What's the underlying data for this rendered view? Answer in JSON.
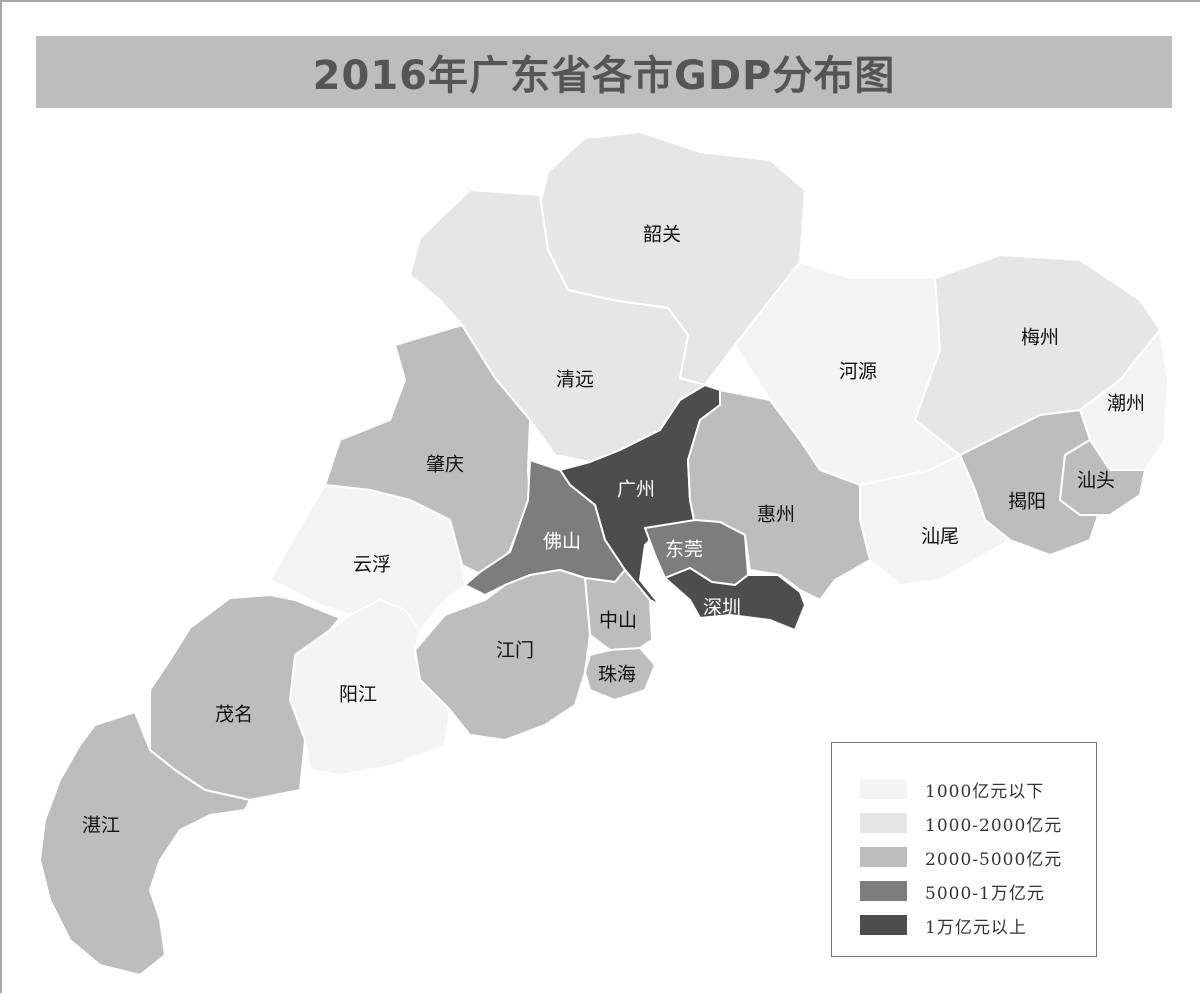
{
  "title": "2016年广东省各市GDP分布图",
  "levels": {
    "l1": "#f4f4f4",
    "l2": "#e6e6e6",
    "l3": "#bdbdbd",
    "l4": "#7d7d7d",
    "l5": "#4d4d4d"
  },
  "legend": [
    {
      "label": "1000亿元以下",
      "color": "#f4f4f4"
    },
    {
      "label": "1000-2000亿元",
      "color": "#e6e6e6"
    },
    {
      "label": "2000-5000亿元",
      "color": "#bdbdbd"
    },
    {
      "label": "5000-1万亿元",
      "color": "#7d7d7d"
    },
    {
      "label": "1万亿元以上",
      "color": "#4d4d4d"
    }
  ],
  "cities": {
    "shaoguan": {
      "name": "韶关",
      "level": "l2"
    },
    "qingyuan": {
      "name": "清远",
      "level": "l2"
    },
    "heyuan": {
      "name": "河源",
      "level": "l1"
    },
    "meizhou": {
      "name": "梅州",
      "level": "l2"
    },
    "chaozhou": {
      "name": "潮州",
      "level": "l1"
    },
    "zhaoqing": {
      "name": "肇庆",
      "level": "l3"
    },
    "guangzhou": {
      "name": "广州",
      "level": "l5"
    },
    "huizhou": {
      "name": "惠州",
      "level": "l3"
    },
    "jieyang": {
      "name": "揭阳",
      "level": "l3"
    },
    "shantou": {
      "name": "汕头",
      "level": "l3"
    },
    "shanwei": {
      "name": "汕尾",
      "level": "l1"
    },
    "foshan": {
      "name": "佛山",
      "level": "l4"
    },
    "dongguan": {
      "name": "东莞",
      "level": "l4"
    },
    "shenzhen": {
      "name": "深圳",
      "level": "l5"
    },
    "yunfu": {
      "name": "云浮",
      "level": "l1"
    },
    "zhongshan": {
      "name": "中山",
      "level": "l3"
    },
    "jiangmen": {
      "name": "江门",
      "level": "l3"
    },
    "zhuhai": {
      "name": "珠海",
      "level": "l3"
    },
    "yangjiang": {
      "name": "阳江",
      "level": "l1"
    },
    "maoming": {
      "name": "茂名",
      "level": "l3"
    },
    "zhanjiang": {
      "name": "湛江",
      "level": "l3"
    }
  }
}
